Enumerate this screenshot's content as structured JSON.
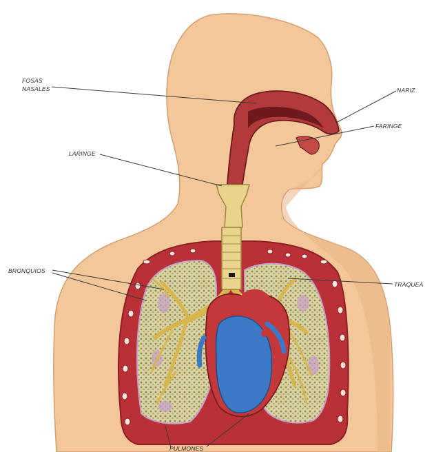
{
  "labels": {
    "fosas_nasales_1": "FOSAS",
    "fosas_nasales_2": "NASALES",
    "nariz": "NARIZ",
    "faringe": "FARINGE",
    "laringe": "LARINGE",
    "bronquios": "BRONQUIOS",
    "traquea": "TRAQUEA",
    "pulmones": "PULMONES"
  },
  "colors": {
    "skin": "#f3c79a",
    "skin_shadow": "#e6b282",
    "airway": "#b23a3a",
    "airway_dark": "#7d1f22",
    "trachea": "#e8d48a",
    "lung_fill": "#d8cfa0",
    "lung_dot": "#8a8440",
    "bronchi": "#e2c35a",
    "heart_red": "#c4383a",
    "heart_blue": "#3b78c6",
    "rib_wall": "#b93036",
    "pleura": "#c9a0c8"
  }
}
